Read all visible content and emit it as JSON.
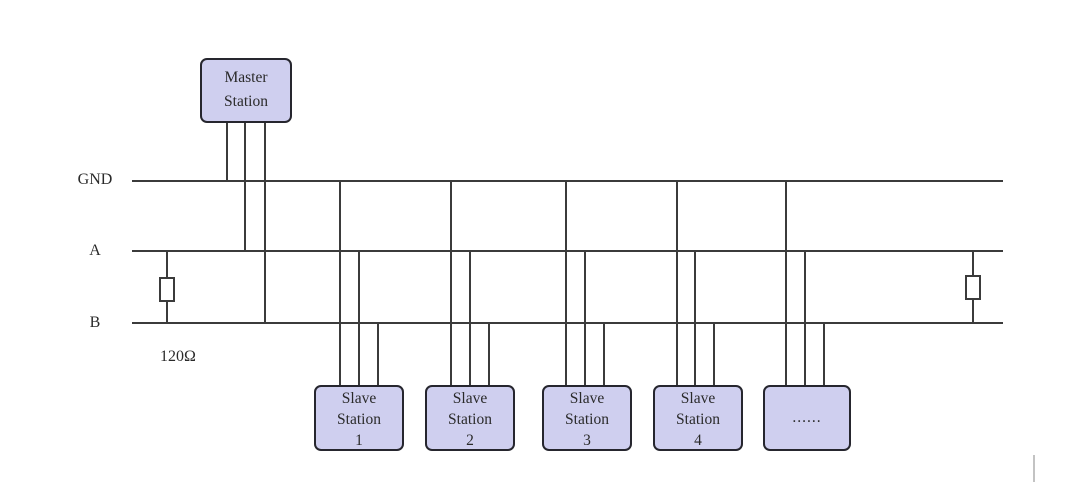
{
  "diagram": {
    "bus": {
      "gnd_label": "GND",
      "a_label": "A",
      "b_label": "B"
    },
    "terminator": {
      "label": "120Ω"
    },
    "master": {
      "line1": "Master",
      "line2": "Station"
    },
    "slaves": [
      {
        "line1": "Slave",
        "line2": "Station",
        "line3": "1"
      },
      {
        "line1": "Slave",
        "line2": "Station",
        "line3": "2"
      },
      {
        "line1": "Slave",
        "line2": "Station",
        "line3": "3"
      },
      {
        "line1": "Slave",
        "line2": "Station",
        "line3": "4"
      },
      {
        "line1": "",
        "line2": "......",
        "line3": ""
      }
    ],
    "colors": {
      "background": "#ffffff",
      "node_fill": "#cfcfef",
      "node_border": "#26262e",
      "wire": "#3b3b3b",
      "text": "#2a2a2a",
      "artifact_gray": "#c3c3c3"
    }
  }
}
